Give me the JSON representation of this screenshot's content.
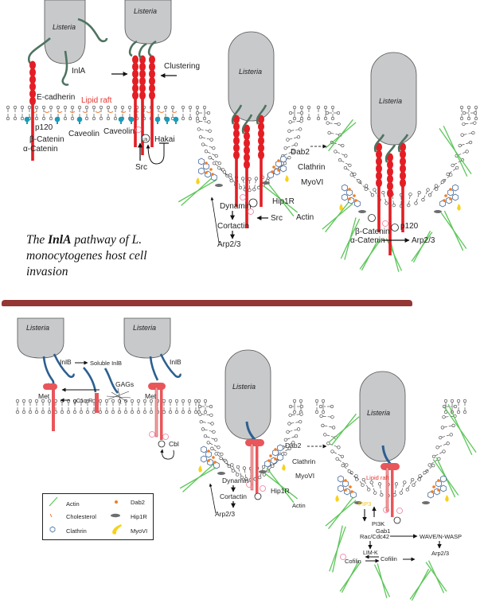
{
  "caption": {
    "prefix": "The ",
    "bold": "InlA",
    "suffix": " pathway of L. monocytogenes host cell invasion"
  },
  "top_panel": {
    "bacterium_label": "Listeria",
    "labels": {
      "inla": "InlA",
      "ecadherin": "E-cadherin",
      "lipid_raft": "Lipid raft",
      "p120": "p120",
      "caveolin": "Caveolin",
      "beta_catenin": "β-Catenin",
      "alpha_catenin": "α-Catenin",
      "clustering": "Clustering",
      "caveolin2": "Caveolin",
      "hakai": "Hakai",
      "src": "Src",
      "ub": "Ub",
      "p": "P",
      "dab2": "Dab2",
      "clathrin": "Clathrin",
      "myovi": "MyoVI",
      "hip1r": "Hip1R",
      "actin": "Actin",
      "dynamin": "Dynamin",
      "cortactin": "Cortactin",
      "arp23": "Arp2/3",
      "src2": "Src",
      "p120_r": "p120",
      "beta_catenin_r": "β-Catenin",
      "alpha_catenin_r": "α-Catenin",
      "arp23_r": "Arp2/3"
    }
  },
  "bottom_panel": {
    "bacterium_label": "Listeria",
    "labels": {
      "inlb": "InlB",
      "soluble_inlb": "Soluble InlB",
      "gags": "GAGs",
      "met": "Met",
      "gc1qr": "gC1q-R",
      "inlb2": "InlB",
      "met2": "Met",
      "cbl": "Cbl",
      "dab2": "Dab2",
      "clathrin": "Clathrin",
      "myovi": "MyoVI",
      "hip1r": "Hip1R",
      "actin": "Actin",
      "dynamin": "Dynamin",
      "cortactin": "Cortactin",
      "arp23": "Arp2/3",
      "lipid_raft": "Lipid raft",
      "pip3": "PIP3",
      "pi3k": "PI3K",
      "gab1": "Gab1",
      "rac_cdc42": "Rac/Cdc42",
      "wave": "WAVE/N-WASP",
      "arp23_r": "Arp2/3",
      "limk": "LIM-K",
      "cofilin_p": "Cofilin",
      "cofilin": "Cofilin",
      "ub": "Ub",
      "p": "P"
    }
  },
  "legend": {
    "items": [
      {
        "label": "Actin",
        "icon": "actin-line-icon"
      },
      {
        "label": "Dab2",
        "icon": "dab2-dot-icon"
      },
      {
        "label": "Cholesterol",
        "icon": "cholesterol-icon"
      },
      {
        "label": "Hip1R",
        "icon": "hip1r-ellipse-icon"
      },
      {
        "label": "Clathrin",
        "icon": "clathrin-hexagon-icon"
      },
      {
        "label": "MyoVI",
        "icon": "myovi-icon"
      }
    ]
  },
  "colors": {
    "divider": "#943634",
    "bacterium": "#c8c9cb",
    "ecadherin": "#e31e24",
    "met": "#e8565a",
    "inla": "#4e7360",
    "inlb": "#2d5f8f",
    "caveolin": "#1c9bb8",
    "actin": "#5dc65a",
    "dab2": "#f47c20",
    "clathrin": "#4d6fa1",
    "myovi": "#f6d21a",
    "hip1r": "#6d6e70",
    "cholesterol": "#ef7a36"
  }
}
